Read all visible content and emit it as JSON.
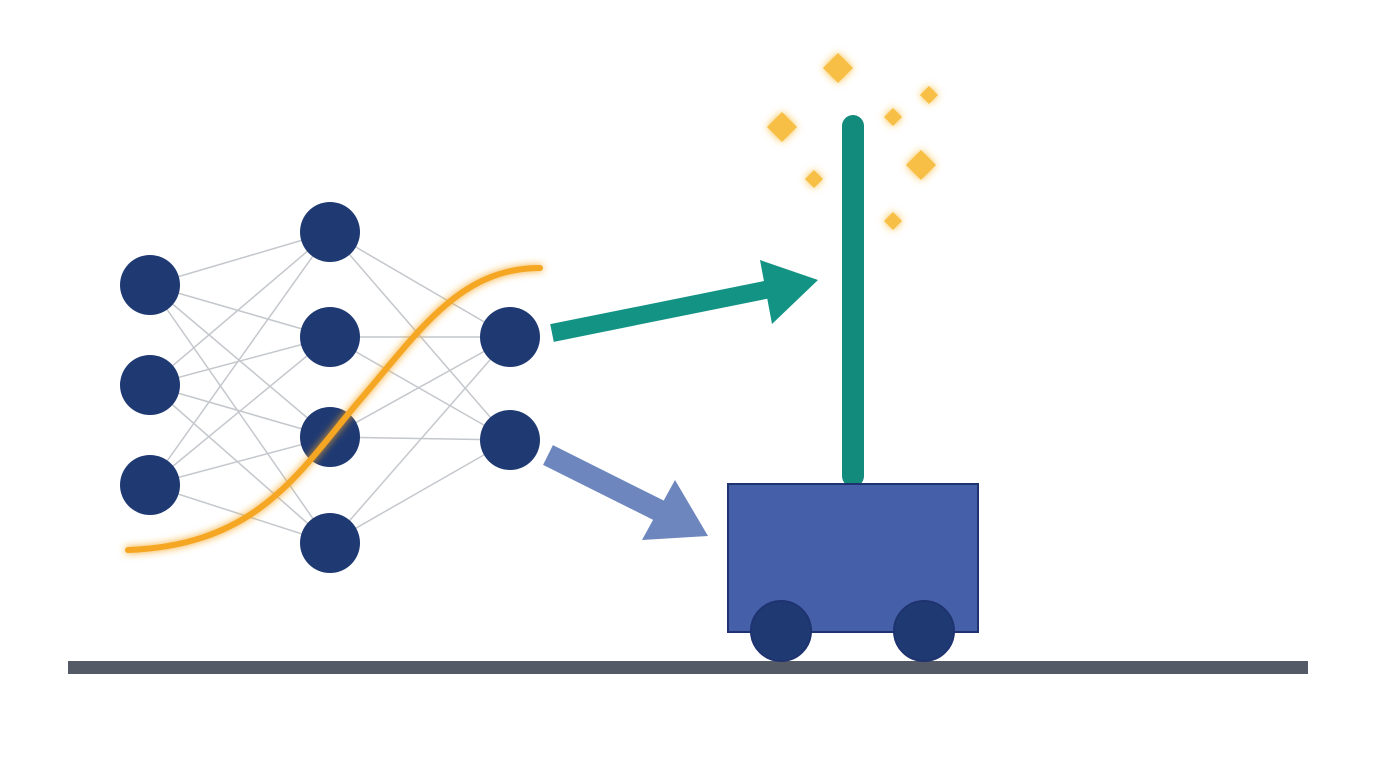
{
  "diagram": {
    "network": {
      "layers": [
        3,
        4,
        2
      ],
      "node_color": "#1f3a73",
      "edge_color": "#c4c7cc"
    },
    "activation_curve_color": "#f5a623",
    "policy_arrow_color": "#129384",
    "force_arrow_color": "#6d86bd",
    "cart": {
      "body_color": "#4560a8",
      "outline_color": "#1e3370",
      "wheel_color": "#1f3a73",
      "pole_color": "#128a7c"
    },
    "sparkle_color": "#f7bf45",
    "ground_color": "#555b66"
  }
}
